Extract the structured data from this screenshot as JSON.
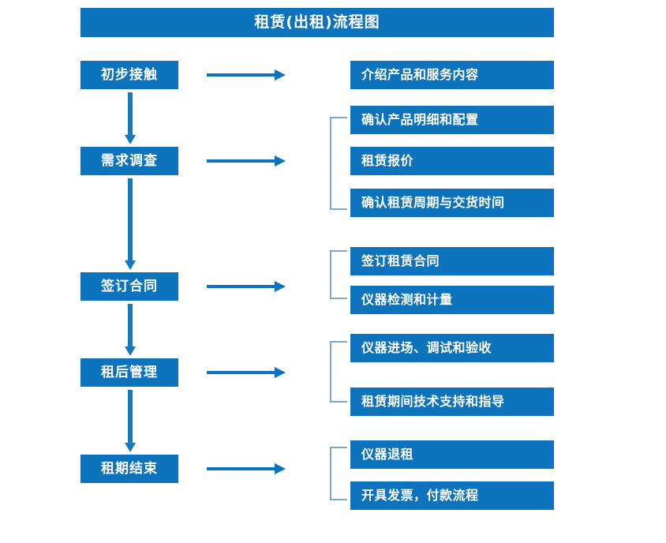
{
  "diagram": {
    "title": "租赁(出租)流程图",
    "colors": {
      "primary_blue": "#0D73BD",
      "arrow_blue": "#1579BF",
      "bracket_blue": "#7FA7CE",
      "background": "#FFFFFF",
      "text": "#FFFFFF"
    },
    "stages": [
      {
        "label": "初步接触"
      },
      {
        "label": "需求调查"
      },
      {
        "label": "签订合同"
      },
      {
        "label": "租后管理"
      },
      {
        "label": "租期结束"
      }
    ],
    "details": [
      {
        "label": "介绍产品和服务内容"
      },
      {
        "label": "确认产品明细和配置"
      },
      {
        "label": "租赁报价"
      },
      {
        "label": "确认租赁周期与交货时间"
      },
      {
        "label": "签订租赁合同"
      },
      {
        "label": "仪器检测和计量"
      },
      {
        "label": "仪器进场、调试和验收"
      },
      {
        "label": "租赁期间技术支持和指导"
      },
      {
        "label": "仪器退租"
      },
      {
        "label": "开具发票，付款流程"
      }
    ]
  }
}
